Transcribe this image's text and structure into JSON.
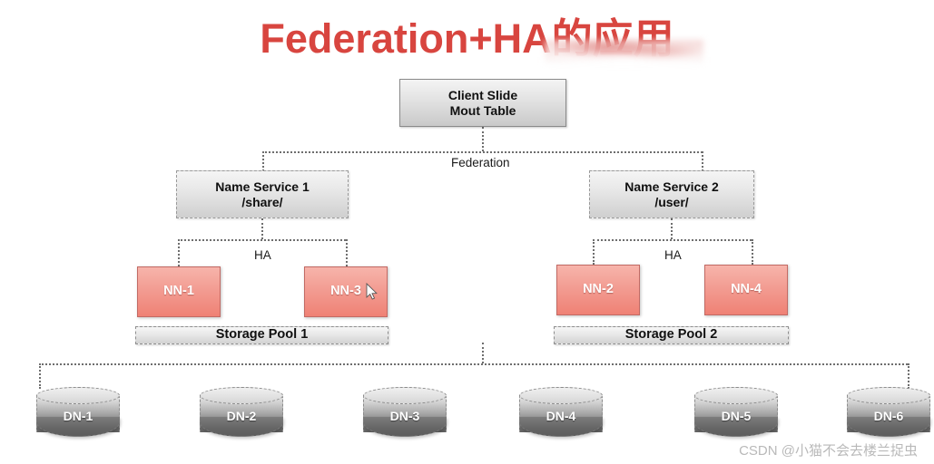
{
  "title": "Federation+HA的应用",
  "title_color": "#d8453f",
  "watermark": "CSDN @小猫不会去楼兰捉虫",
  "client_box": {
    "line1": "Client Slide",
    "line2": "Mout Table"
  },
  "connector_labels": {
    "federation": "Federation",
    "ha_left": "HA",
    "ha_right": "HA"
  },
  "name_services": [
    {
      "line1": "Name Service 1",
      "line2": "/share/"
    },
    {
      "line1": "Name Service 2",
      "line2": "/user/"
    }
  ],
  "name_nodes": [
    {
      "label": "NN-1"
    },
    {
      "label": "NN-3"
    },
    {
      "label": "NN-2"
    },
    {
      "label": "NN-4"
    }
  ],
  "storage_pools": [
    {
      "label": "Storage Pool 1"
    },
    {
      "label": "Storage Pool 2"
    }
  ],
  "data_nodes": [
    {
      "label": "DN-1"
    },
    {
      "label": "DN-2"
    },
    {
      "label": "DN-3"
    },
    {
      "label": "DN-4"
    },
    {
      "label": "DN-5"
    },
    {
      "label": "DN-6"
    }
  ],
  "colors": {
    "title_red": "#d8453f",
    "node_fill_top": "#f7b4ab",
    "node_fill_bottom": "#ef8175",
    "node_border": "#c26a64",
    "box_fill_top": "#f4f4f4",
    "box_fill_bottom": "#c9c9c9",
    "connector": "#6e6e6e",
    "cylinder_dark": "#5d5d5d",
    "watermark_gray": "#b9b9b9"
  },
  "icons": {
    "cursor": "mouse-pointer-icon"
  }
}
